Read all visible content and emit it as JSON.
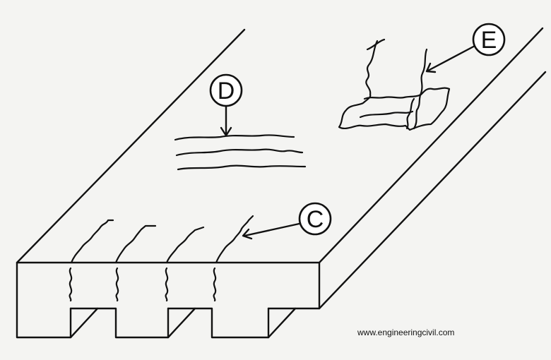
{
  "labels": {
    "c": "C",
    "d": "D",
    "e": "E"
  },
  "watermark": "www.engineeringcivil.com",
  "colors": {
    "ink": "#111111",
    "background": "#f4f4f2"
  }
}
